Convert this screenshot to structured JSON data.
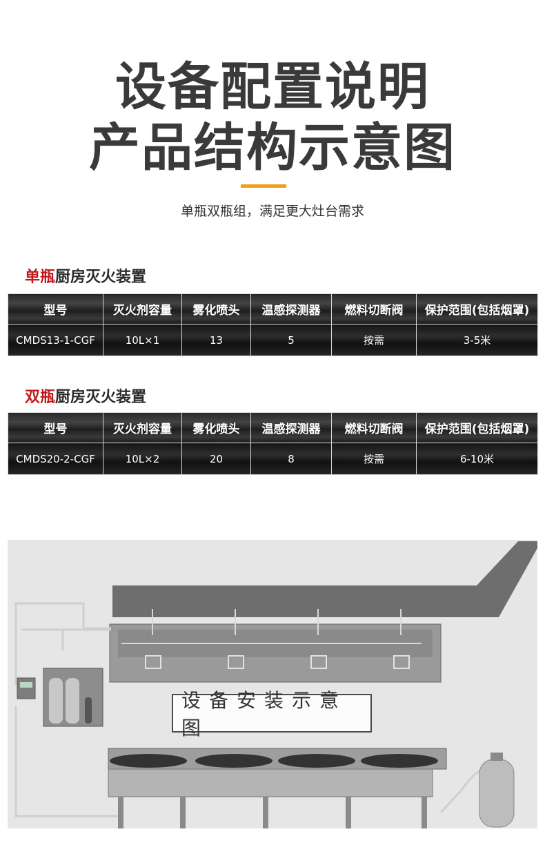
{
  "title": {
    "line1": "设备配置说明",
    "line2": "产品结构示意图"
  },
  "subtitle": "单瓶双瓶组，满足更大灶台需求",
  "columns": [
    "型号",
    "灭火剂容量",
    "雾化喷头",
    "温感探测器",
    "燃料切断阀",
    "保护范围(包括烟罩)"
  ],
  "single": {
    "title_highlight": "单瓶",
    "title_rest": "厨房灭火装置",
    "row": [
      "CMDS13-1-CGF",
      "10L×1",
      "13",
      "5",
      "按需",
      "3-5米"
    ]
  },
  "double": {
    "title_highlight": "双瓶",
    "title_rest": "厨房灭火装置",
    "row": [
      "CMDS20-2-CGF",
      "10L×2",
      "20",
      "8",
      "按需",
      "6-10米"
    ]
  },
  "diagram": {
    "label": "设备安装示意图"
  },
  "colors": {
    "accent": "#f0a01e",
    "highlight": "#c0171c"
  }
}
